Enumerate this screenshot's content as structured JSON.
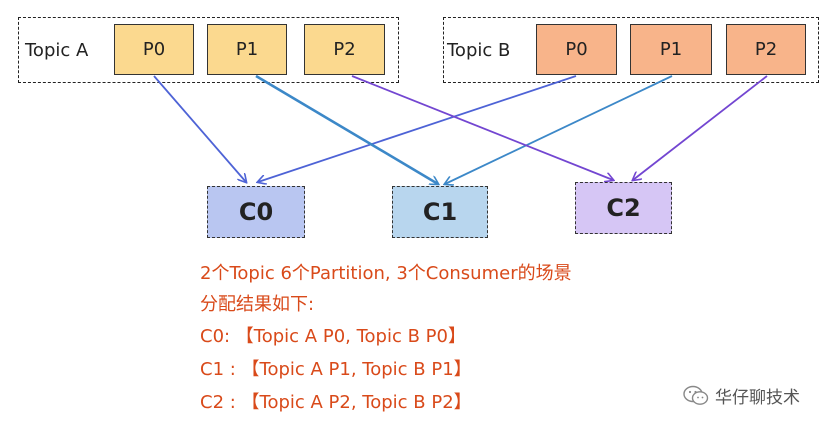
{
  "topics": [
    {
      "label": "Topic A",
      "partitions": [
        "P0",
        "P1",
        "P2"
      ],
      "color": "#fbd98f"
    },
    {
      "label": "Topic B",
      "partitions": [
        "P0",
        "P1",
        "P2"
      ],
      "color": "#f8b48a"
    }
  ],
  "consumers": [
    {
      "label": "C0",
      "color": "#b9c6f1"
    },
    {
      "label": "C1",
      "color": "#b8d6ee"
    },
    {
      "label": "C2",
      "color": "#d6c6f5"
    }
  ],
  "arrow_colors": [
    "#4e63d6",
    "#3c88c8",
    "#7346d1"
  ],
  "result_text": {
    "line1": "2个Topic 6个Partition, 3个Consumer的场景",
    "line2": "分配结果如下:",
    "line3": "C0: 【Topic A P0, Topic B P0】",
    "line4": "C1 : 【Topic A P1,  Topic B P1】",
    "line5": "C2 : 【Topic A P2,  Topic B P2】"
  },
  "watermark": {
    "text": "华仔聊技术",
    "icon": "wechat-icon"
  }
}
